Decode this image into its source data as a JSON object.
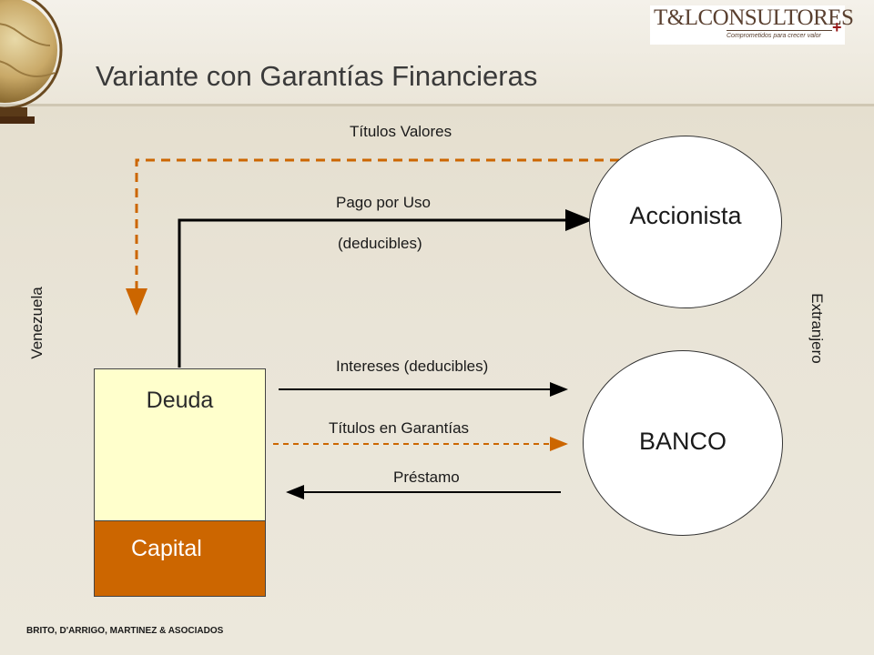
{
  "slide": {
    "title": "Variante con Garantías Financieras",
    "footer": "BRITO, D'ARRIGO, MARTINEZ & ASOCIADOS"
  },
  "logo": {
    "brand": "T&LCONSULTORES",
    "plus": "+",
    "tagline": "Comprometidos para crecer valor"
  },
  "diagram": {
    "labels": {
      "titulos_valores": "Títulos Valores",
      "pago_por_uso": "Pago por Uso",
      "deducibles": "(deducibles)",
      "intereses": "Intereses (deducibles)",
      "titulos_garantias": "Títulos en Garantías",
      "prestamo": "Préstamo",
      "venezuela": "Venezuela",
      "extranjero": "Extranjero"
    },
    "nodes": {
      "accionista": "Accionista",
      "banco": "BANCO",
      "deuda": "Deuda",
      "capital": "Capital"
    },
    "colors": {
      "deuda_fill": "#ffffcc",
      "capital_fill": "#cc6600",
      "dashed_arrow": "#cc6600",
      "solid_arrow": "#000000"
    }
  }
}
